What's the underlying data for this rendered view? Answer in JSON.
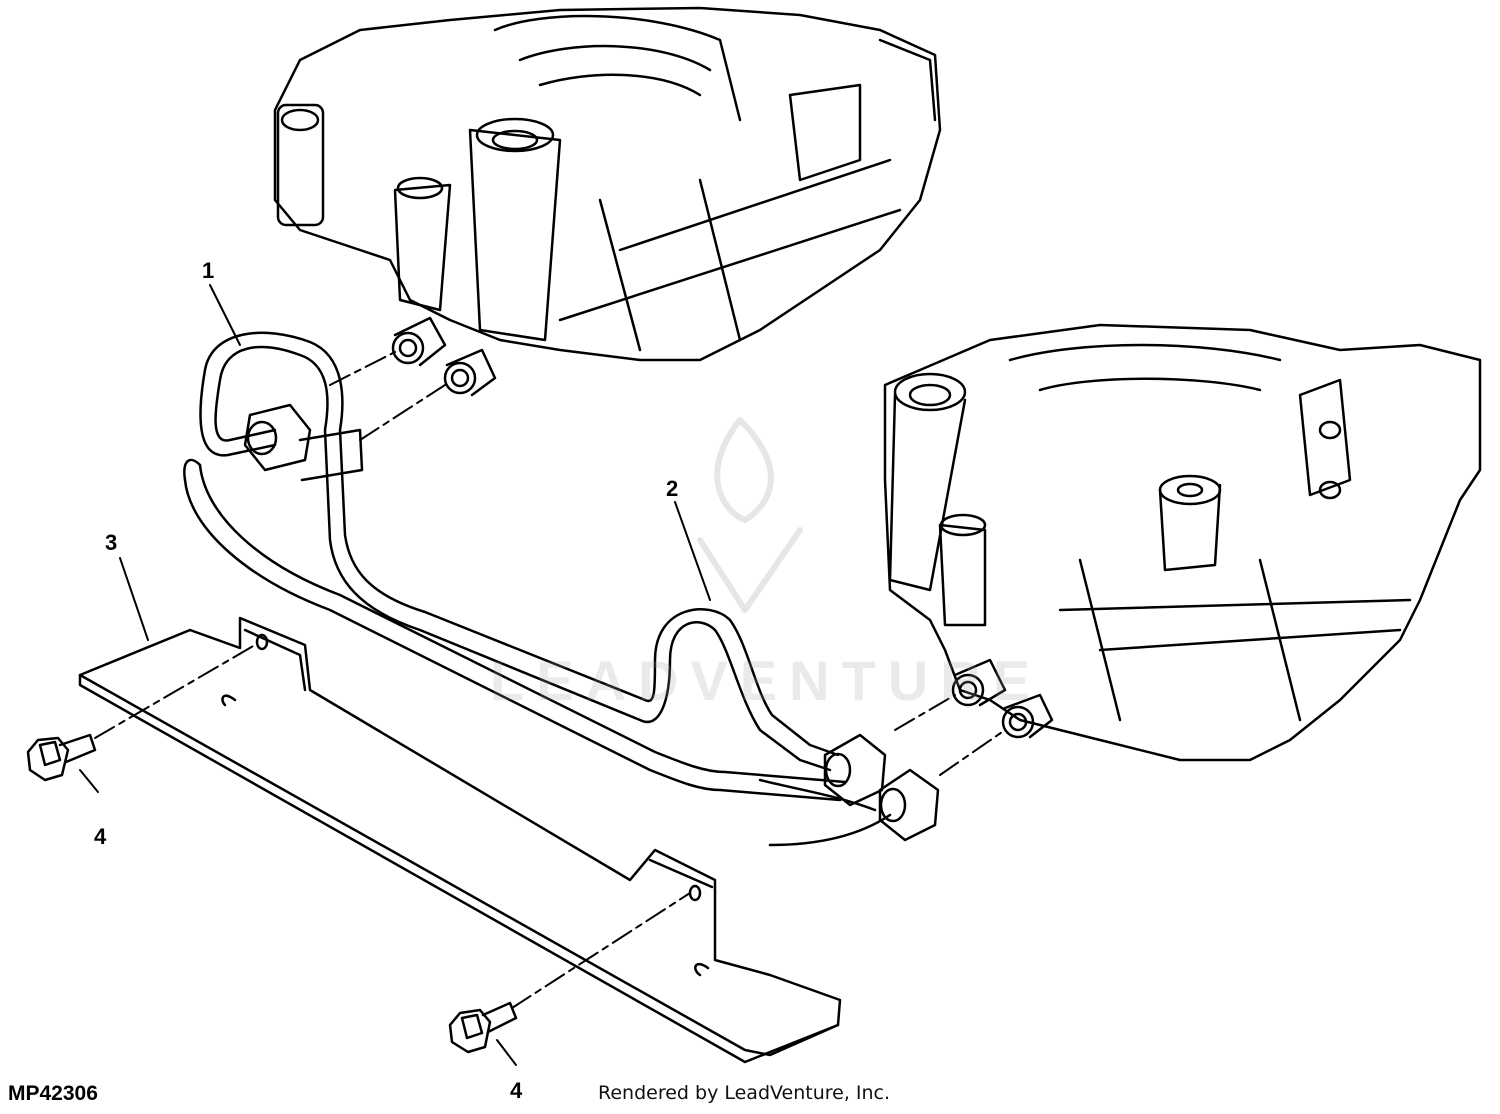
{
  "callouts": [
    {
      "label": "1"
    },
    {
      "label": "2"
    },
    {
      "label": "3"
    },
    {
      "label": "4"
    },
    {
      "label": "4"
    }
  ],
  "drawing_id": "MP42306",
  "credit": "Rendered by LeadVenture, Inc.",
  "watermark": "LEADVENTURE"
}
